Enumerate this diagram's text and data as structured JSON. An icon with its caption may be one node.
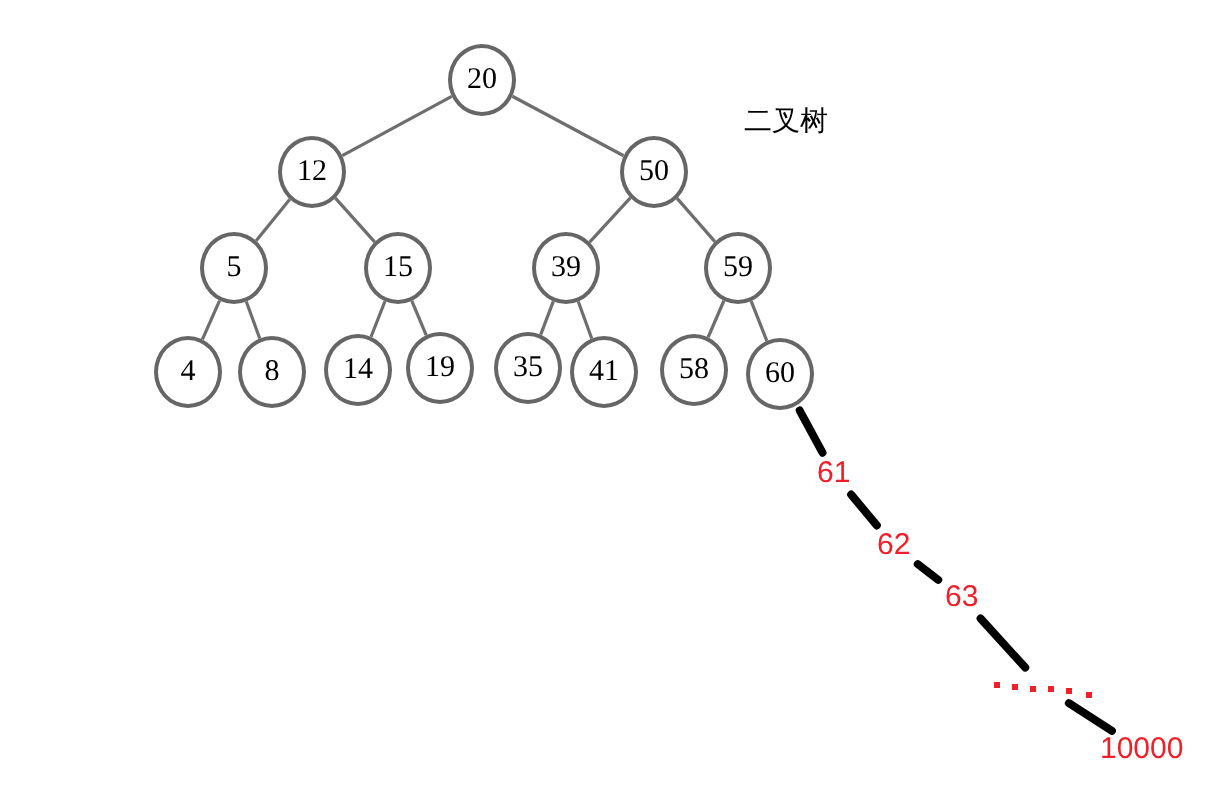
{
  "diagram": {
    "title": "二叉树",
    "nodes": [
      {
        "text": [
          "20"
        ]
      },
      {
        "text": [
          "12"
        ]
      },
      {
        "text": [
          "50"
        ]
      },
      {
        "text": [
          "5"
        ]
      },
      {
        "text": [
          "15"
        ]
      },
      {
        "text": [
          "39"
        ]
      },
      {
        "text": [
          "59"
        ]
      },
      {
        "text": [
          "4"
        ]
      },
      {
        "text": [
          "8"
        ]
      },
      {
        "text": [
          "14"
        ]
      },
      {
        "text": [
          "19"
        ]
      },
      {
        "text": [
          "35"
        ]
      },
      {
        "text": [
          "41"
        ]
      },
      {
        "text": [
          "58"
        ]
      },
      {
        "text": [
          "60"
        ]
      },
      {
        "text": [
          "61"
        ]
      },
      {
        "text": [
          "62"
        ]
      },
      {
        "text": [
          "63"
        ]
      },
      {
        "text": [],
        "shape": "dots"
      },
      {
        "text": [
          "10000"
        ]
      }
    ],
    "edges": [
      {
        "from": 0,
        "to": 1,
        "arrow": "none"
      },
      {
        "from": 0,
        "to": 2,
        "arrow": "none"
      },
      {
        "from": 1,
        "to": 3,
        "arrow": "none"
      },
      {
        "from": 1,
        "to": 4,
        "arrow": "none"
      },
      {
        "from": 2,
        "to": 5,
        "arrow": "none"
      },
      {
        "from": 2,
        "to": 6,
        "arrow": "none"
      },
      {
        "from": 3,
        "to": 7,
        "arrow": "none"
      },
      {
        "from": 3,
        "to": 8,
        "arrow": "none"
      },
      {
        "from": 4,
        "to": 9,
        "arrow": "none"
      },
      {
        "from": 4,
        "to": 10,
        "arrow": "none"
      },
      {
        "from": 5,
        "to": 11,
        "arrow": "none"
      },
      {
        "from": 5,
        "to": 12,
        "arrow": "none"
      },
      {
        "from": 6,
        "to": 13,
        "arrow": "none"
      },
      {
        "from": 6,
        "to": 14,
        "arrow": "none"
      },
      {
        "from": 14,
        "to": 15,
        "arrow": "none",
        "style": "thick",
        "color": "#000000"
      },
      {
        "from": 15,
        "to": 16,
        "arrow": "none",
        "style": "thick",
        "color": "#000000"
      },
      {
        "from": 16,
        "to": 17,
        "arrow": "none",
        "style": "thick",
        "color": "#000000"
      },
      {
        "from": 17,
        "to": 18,
        "arrow": "none",
        "style": "thick",
        "color": "#000000"
      },
      {
        "from": 18,
        "to": 19,
        "arrow": "none",
        "style": "thick",
        "color": "#000000"
      }
    ]
  }
}
